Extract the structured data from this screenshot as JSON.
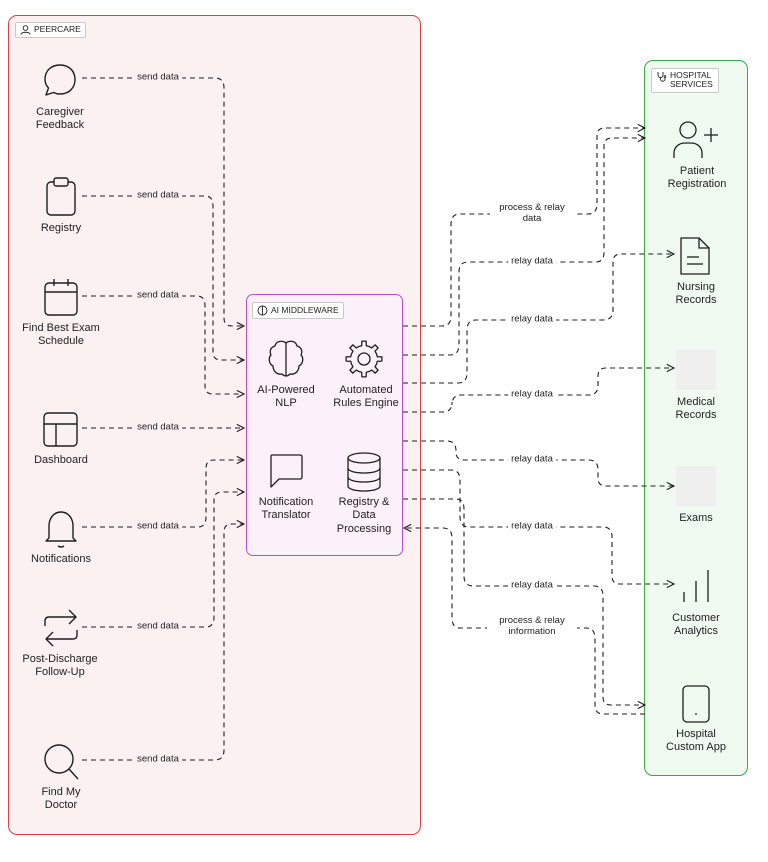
{
  "groups": {
    "peercare": "PEERCARE",
    "middleware": "AI MIDDLEWARE",
    "hospital": "HOSPITAL SERVICES"
  },
  "sources": [
    {
      "label": "Caregiver Feedback",
      "icon": "speech-bubble-icon"
    },
    {
      "label": "Registry",
      "icon": "clipboard-icon"
    },
    {
      "label": "Find Best Exam Schedule",
      "icon": "calendar-icon"
    },
    {
      "label": "Dashboard",
      "icon": "dashboard-layout-icon"
    },
    {
      "label": "Notifications",
      "icon": "bell-icon"
    },
    {
      "label": "Post-Discharge Follow-Up",
      "icon": "repeat-arrows-icon"
    },
    {
      "label": "Find My Doctor",
      "icon": "magnifier-icon"
    }
  ],
  "middleware_nodes": [
    {
      "label": "AI-Powered NLP",
      "icon": "brain-icon"
    },
    {
      "label": "Automated Rules Engine",
      "icon": "gear-icon"
    },
    {
      "label": "Notification Translator",
      "icon": "message-square-icon"
    },
    {
      "label": "Registry & Data Processing",
      "icon": "database-icon"
    }
  ],
  "services": [
    {
      "label": "Patient Registration",
      "icon": "user-plus-icon"
    },
    {
      "label": "Nursing Records",
      "icon": "document-icon"
    },
    {
      "label": "Medical Records",
      "icon": "medical-records-placeholder"
    },
    {
      "label": "Exams",
      "icon": "exams-placeholder"
    },
    {
      "label": "Customer Analytics",
      "icon": "bar-chart-icon"
    },
    {
      "label": "Hospital Custom App",
      "icon": "smartphone-icon"
    }
  ],
  "edge_labels": {
    "send_data": "send data",
    "process_relay_data": "process & relay data",
    "relay_data": "relay data",
    "process_relay_information": "process & relay information"
  }
}
